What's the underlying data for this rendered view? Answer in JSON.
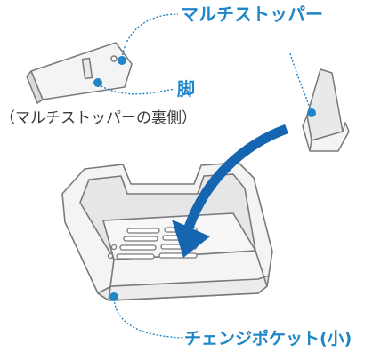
{
  "labels": {
    "multi_stopper": "マルチストッパー",
    "leg": "脚",
    "multi_stopper_back": "（マルチストッパーの裏側）",
    "change_pocket_small": "チェンジポケット(小)"
  },
  "colors": {
    "accent": "#1f86c8",
    "arrow": "#1565b0",
    "line": "#7a7a7a",
    "fill_light": "#f4f4f4",
    "fill_shade": "#e2e2e2"
  },
  "icons": {
    "arrow": "curved-arrow-icon",
    "leader": "dotted-leader-line"
  }
}
